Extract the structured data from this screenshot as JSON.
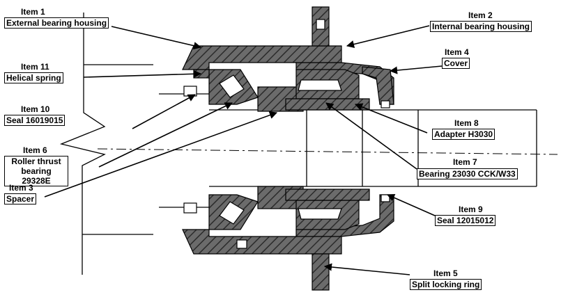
{
  "colors": {
    "ink": "#000000",
    "hatch_fill": "#6b6b6b",
    "paper": "#ffffff"
  },
  "callouts": [
    {
      "item": "Item 1",
      "name": "External bearing housing"
    },
    {
      "item": "Item 2",
      "name": "Internal bearing housing"
    },
    {
      "item": "Item 4",
      "name": "Cover"
    },
    {
      "item": "Item 11",
      "name": "Helical spring"
    },
    {
      "item": "Item 10",
      "name": "Seal 16019015"
    },
    {
      "item": "Item 8",
      "name": "Adapter H3030"
    },
    {
      "item": "Item 6",
      "name": "Roller thrust bearing 29328E"
    },
    {
      "item": "Item 7",
      "name": "Bearing 23030 CCK/W33"
    },
    {
      "item": "Item 3",
      "name": "Spacer"
    },
    {
      "item": "Item 9",
      "name": "Seal 12015012"
    },
    {
      "item": "Item 5",
      "name": "Split locking ring"
    }
  ]
}
